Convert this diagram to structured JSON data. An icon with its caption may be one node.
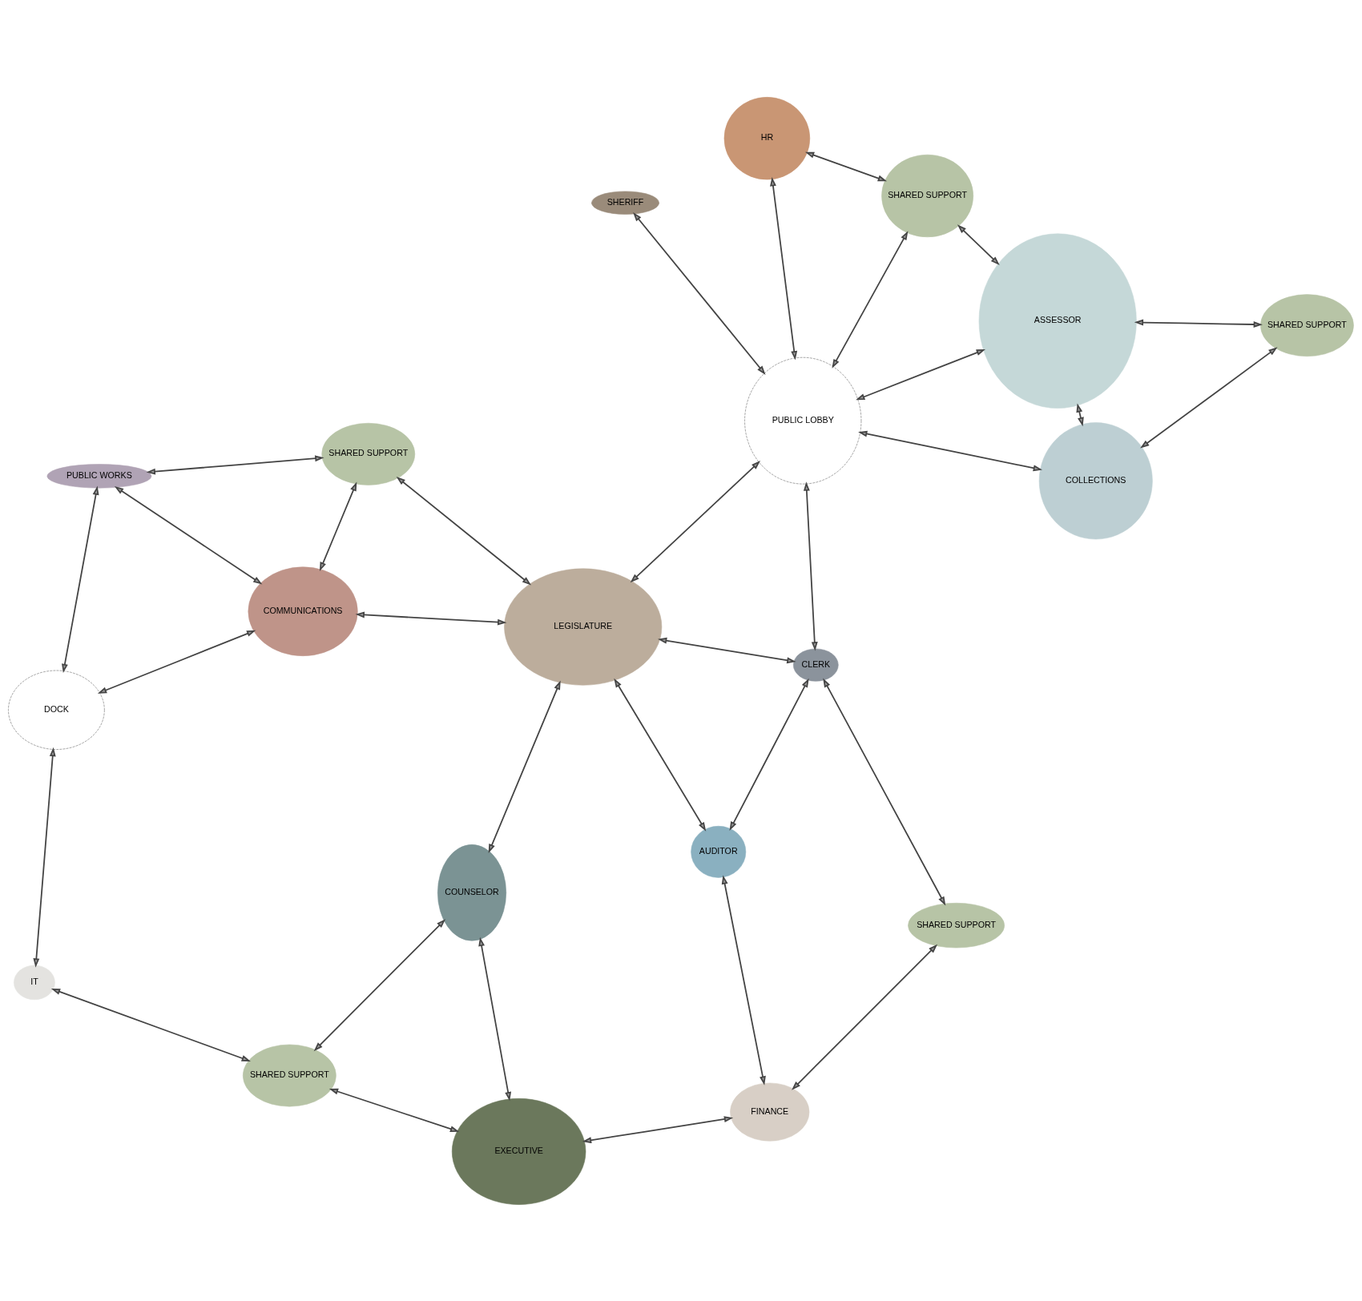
{
  "diagram": {
    "nodes": [
      {
        "text": [
          "DOCK"
        ]
      },
      {
        "text": [
          "PUBLIC WORKS"
        ]
      },
      {
        "text": [
          "SHARED SUPPORT"
        ]
      },
      {
        "text": [
          "IT"
        ]
      },
      {
        "text": [
          "COMMUNICATIONS"
        ]
      },
      {
        "text": [
          "COUNSELOR"
        ]
      },
      {
        "text": [
          "SHARED SUPPORT"
        ]
      },
      {
        "text": [
          "LEGISLATURE"
        ]
      },
      {
        "text": [
          "COLLECTIONS"
        ]
      },
      {
        "text": [
          "SHARED SUPPORT"
        ]
      },
      {
        "text": [
          "ASSESSOR"
        ]
      },
      {
        "text": [
          "EXECUTIVE"
        ]
      },
      {
        "text": [
          "AUDITOR"
        ]
      },
      {
        "text": [
          "PUBLIC LOBBY"
        ]
      },
      {
        "text": [
          "CLERK"
        ]
      },
      {
        "text": [
          "FINANCE"
        ]
      },
      {
        "text": [
          "SHARED SUPPORT"
        ]
      },
      {
        "text": [
          "SHERIFF"
        ]
      },
      {
        "text": [
          "SHARED SUPPORT"
        ]
      },
      {
        "text": [
          "HR"
        ]
      }
    ],
    "edges": [
      {
        "from": 0,
        "to": 1,
        "arrow": "both"
      },
      {
        "from": 0,
        "to": 4,
        "arrow": "both"
      },
      {
        "from": 0,
        "to": 3,
        "arrow": "both"
      },
      {
        "from": 1,
        "to": 4,
        "arrow": "both"
      },
      {
        "from": 1,
        "to": 2,
        "arrow": "both"
      },
      {
        "from": 4,
        "to": 2,
        "arrow": "both"
      },
      {
        "from": 4,
        "to": 7,
        "arrow": "both"
      },
      {
        "from": 2,
        "to": 7,
        "arrow": "both"
      },
      {
        "from": 3,
        "to": 6,
        "arrow": "both"
      },
      {
        "from": 5,
        "to": 6,
        "arrow": "both"
      },
      {
        "from": 5,
        "to": 7,
        "arrow": "both"
      },
      {
        "from": 5,
        "to": 11,
        "arrow": "both"
      },
      {
        "from": 6,
        "to": 11,
        "arrow": "both"
      },
      {
        "from": 7,
        "to": 12,
        "arrow": "both"
      },
      {
        "from": 7,
        "to": 14,
        "arrow": "both"
      },
      {
        "from": 7,
        "to": 13,
        "arrow": "both"
      },
      {
        "from": 8,
        "to": 9,
        "arrow": "both"
      },
      {
        "from": 9,
        "to": 10,
        "arrow": "both"
      },
      {
        "from": 8,
        "to": 10,
        "arrow": "both"
      },
      {
        "from": 8,
        "to": 13,
        "arrow": "both"
      },
      {
        "from": 13,
        "to": 10,
        "arrow": "both"
      },
      {
        "from": 11,
        "to": 15,
        "arrow": "both"
      },
      {
        "from": 12,
        "to": 15,
        "arrow": "both"
      },
      {
        "from": 12,
        "to": 14,
        "arrow": "both"
      },
      {
        "from": 14,
        "to": 13,
        "arrow": "both"
      },
      {
        "from": 14,
        "to": 16,
        "arrow": "both"
      },
      {
        "from": 15,
        "to": 16,
        "arrow": "both"
      },
      {
        "from": 17,
        "to": 13,
        "arrow": "both"
      },
      {
        "from": 19,
        "to": 13,
        "arrow": "both"
      },
      {
        "from": 13,
        "to": 18,
        "arrow": "both"
      },
      {
        "from": 10,
        "to": 18,
        "arrow": "both"
      },
      {
        "from": 18,
        "to": 19,
        "arrow": "both"
      }
    ]
  }
}
